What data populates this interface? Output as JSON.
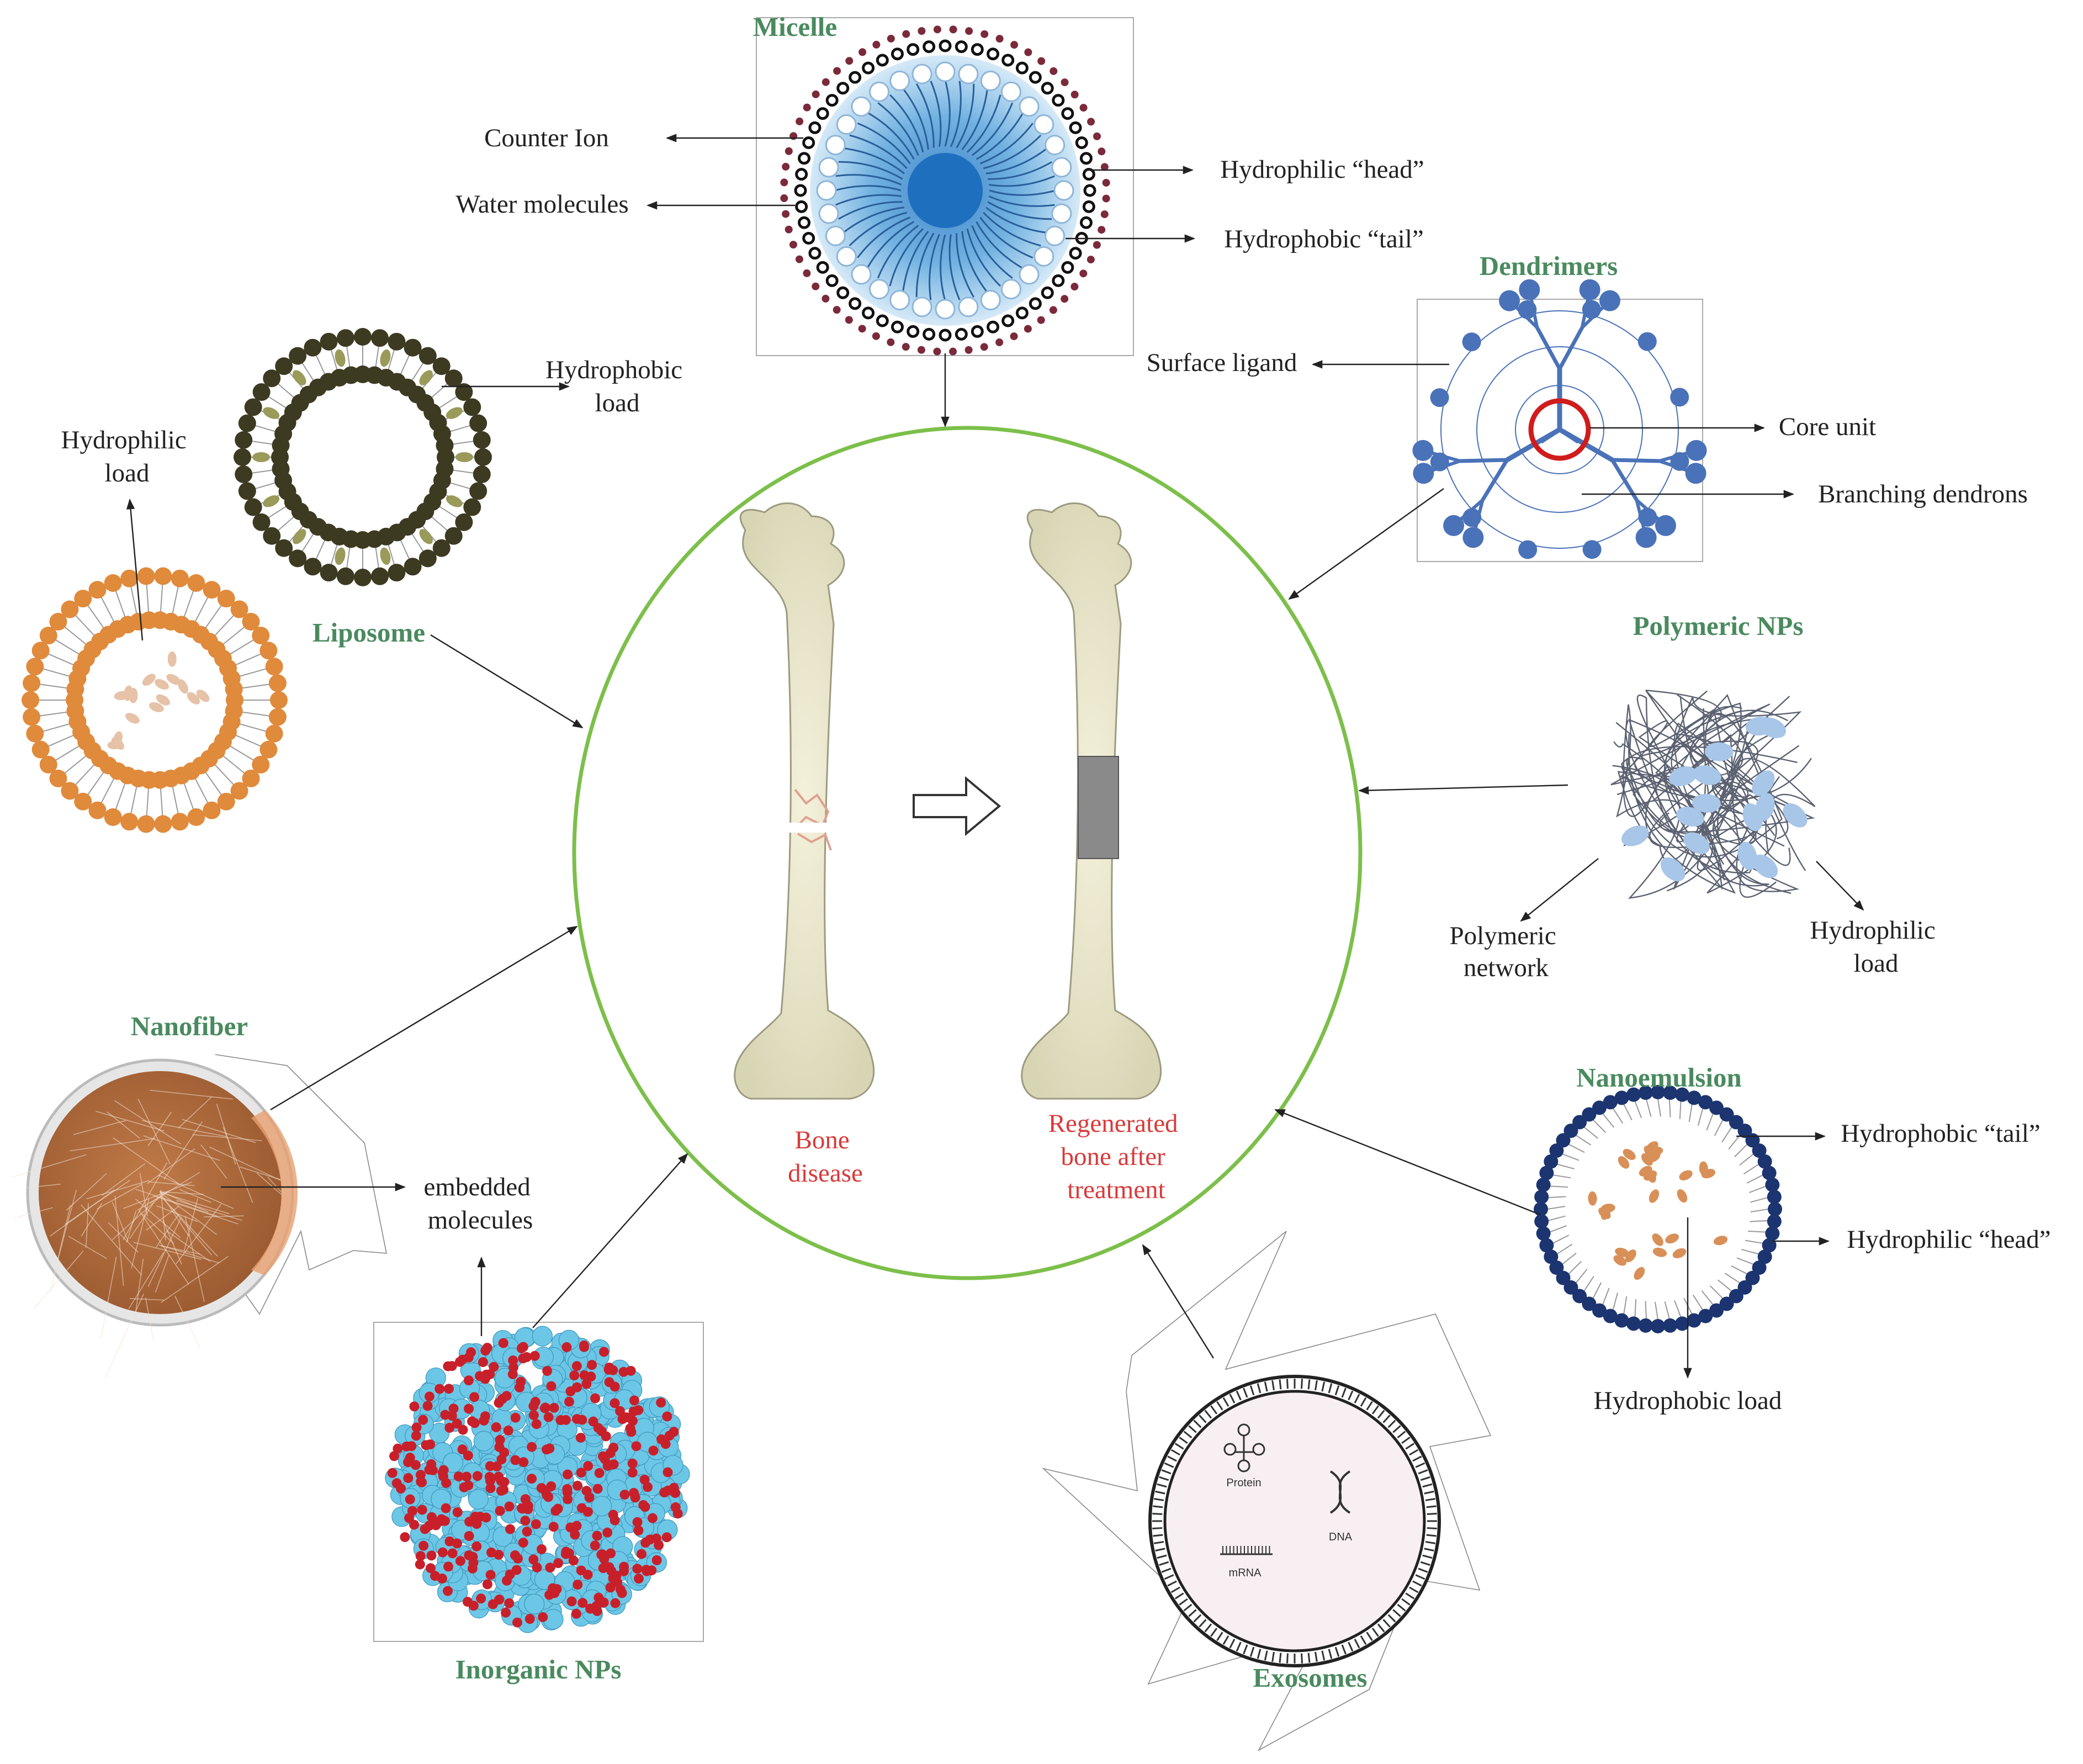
{
  "center": {
    "bone_disease": [
      "Bone",
      "disease"
    ],
    "regenerated": [
      "Regenerated",
      "bone after",
      "treatment"
    ]
  },
  "micelle": {
    "title": "Micelle",
    "counter_ion": "Counter Ion",
    "water": "Water molecules",
    "head": "Hydrophilic “head”",
    "tail": "Hydrophobic “tail”"
  },
  "dendrimers": {
    "title": "Dendrimers",
    "surface": "Surface ligand",
    "core": "Core unit",
    "branching": "Branching dendrons"
  },
  "liposome": {
    "title": "Liposome",
    "hydrophobic": [
      "Hydrophobic",
      "load"
    ],
    "hydrophilic": [
      "Hydrophilic",
      "load"
    ]
  },
  "polymeric": {
    "title": "Polymeric NPs",
    "network": [
      "Polymeric",
      "network"
    ],
    "hydrophilic": [
      "Hydrophilic",
      "load"
    ]
  },
  "nanofiber": {
    "title": "Nanofiber",
    "embedded": [
      "embedded",
      "molecules"
    ]
  },
  "nanoemulsion": {
    "title": "Nanoemulsion",
    "tail": "Hydrophobic “tail”",
    "head": "Hydrophilic “head”",
    "load": "Hydrophobic load"
  },
  "inorganic": {
    "title": "Inorganic NPs"
  },
  "exosomes": {
    "title": "Exosomes",
    "protein": "Protein",
    "dna": "DNA",
    "mrna": "mRNA"
  },
  "colors": {
    "title_green": "#4a8a5f",
    "ring_green": "#7cbf4a",
    "label_red": "#d93a3a",
    "micelle_blue": "#1f6fbf",
    "dendrimer_blue": "#4a72b8",
    "liposome_orange": "#e08a3c",
    "liposome_dark": "#3d3a22",
    "nanoemulsion_navy": "#1c3570",
    "inorganic_cyan": "#6cc6e6",
    "inorganic_red": "#c8202a",
    "nanofiber_brown": "#b0683a"
  }
}
